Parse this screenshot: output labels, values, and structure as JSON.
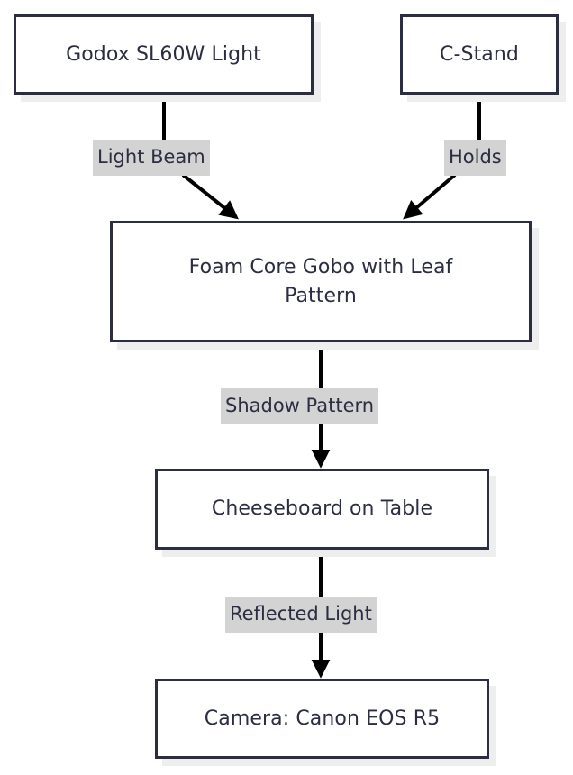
{
  "diagram": {
    "type": "flowchart",
    "direction": "top-to-bottom",
    "colors": {
      "node_border": "#2b2d42",
      "node_fill": "#ffffff",
      "node_text": "#2b2d42",
      "node_shadow": "#eeeeee",
      "edge_stroke": "#000000",
      "edge_label_bg": "#d3d3d3",
      "edge_label_text": "#2b2d42",
      "canvas_bg": "#ffffff"
    },
    "nodes": [
      {
        "id": "light",
        "label": "Godox SL60W Light"
      },
      {
        "id": "cstand",
        "label": "C-Stand"
      },
      {
        "id": "gobo",
        "label": "Foam Core Gobo with Leaf\nPattern"
      },
      {
        "id": "cheeseboard",
        "label": "Cheeseboard on Table"
      },
      {
        "id": "camera",
        "label": "Camera: Canon EOS R5"
      }
    ],
    "edges": [
      {
        "id": "light-to-gobo",
        "from": "light",
        "to": "gobo",
        "label": "Light Beam"
      },
      {
        "id": "cstand-to-gobo",
        "from": "cstand",
        "to": "gobo",
        "label": "Holds"
      },
      {
        "id": "gobo-to-cheeseboard",
        "from": "gobo",
        "to": "cheeseboard",
        "label": "Shadow Pattern"
      },
      {
        "id": "cheeseboard-to-camera",
        "from": "cheeseboard",
        "to": "camera",
        "label": "Reflected Light"
      }
    ]
  }
}
